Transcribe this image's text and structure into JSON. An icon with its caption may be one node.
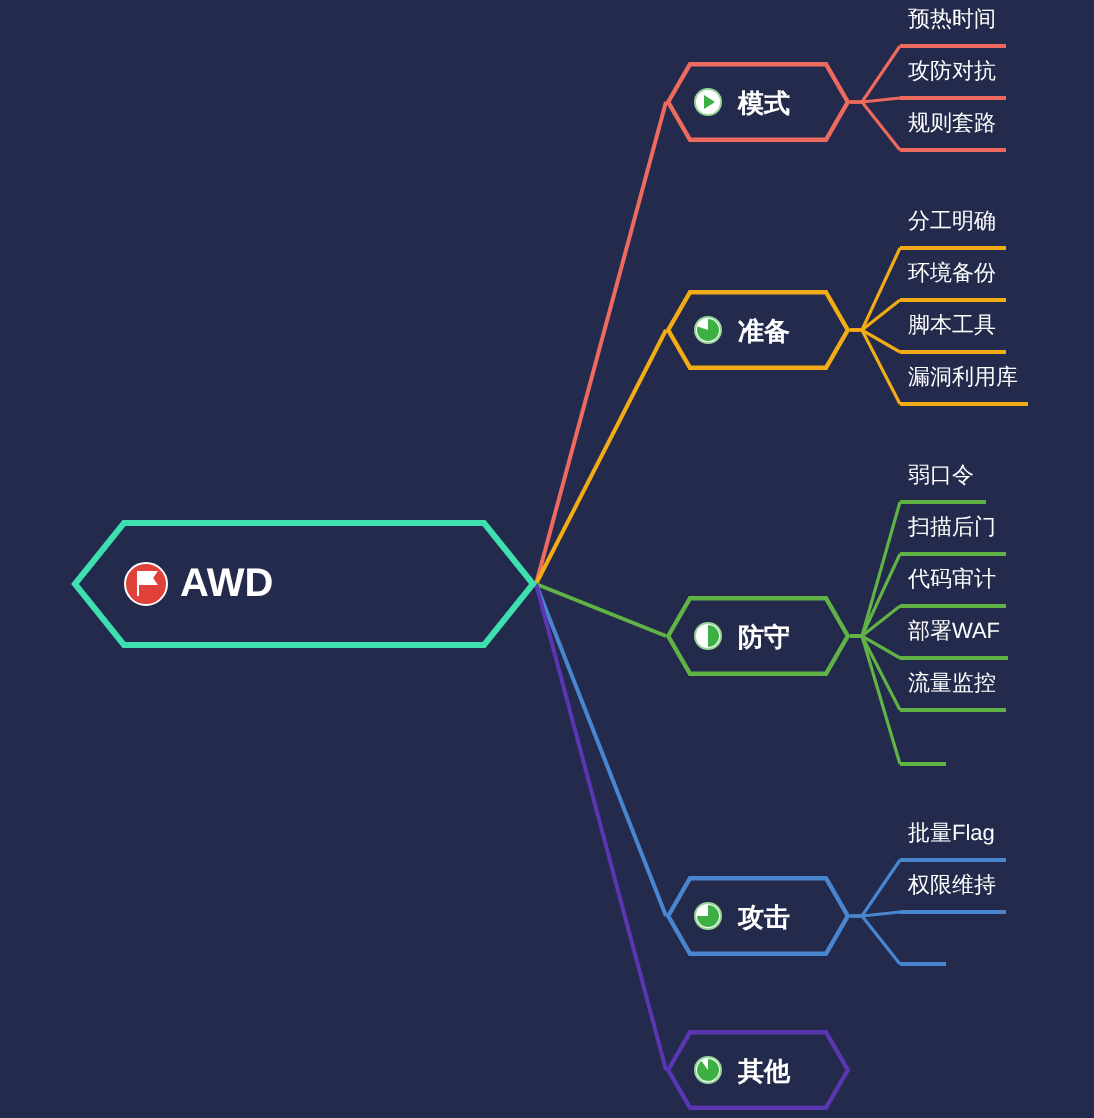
{
  "diagram": {
    "nodes": [
      {
        "text": [
          "AWD"
        ]
      },
      {
        "text": [
          "模式"
        ]
      },
      {
        "text": [
          "预热时间"
        ]
      },
      {
        "text": [
          "攻防对抗"
        ]
      },
      {
        "text": [
          "规则套路"
        ]
      },
      {
        "text": [
          "准备"
        ]
      },
      {
        "text": [
          "分工明确"
        ]
      },
      {
        "text": [
          "环境备份"
        ]
      },
      {
        "text": [
          "脚本工具"
        ]
      },
      {
        "text": [
          "漏洞利用库"
        ]
      },
      {
        "text": [
          "防守"
        ]
      },
      {
        "text": [
          "弱口令"
        ]
      },
      {
        "text": [
          "扫描后门"
        ]
      },
      {
        "text": [
          "代码审计"
        ]
      },
      {
        "text": [
          "部署WAF"
        ]
      },
      {
        "text": [
          "流量监控"
        ]
      },
      {
        "text": [],
        "shape": "bar"
      },
      {
        "text": [
          "攻击"
        ]
      },
      {
        "text": [
          "批量Flag"
        ]
      },
      {
        "text": [
          "权限维持"
        ]
      },
      {
        "text": [],
        "shape": "bar"
      },
      {
        "text": [
          "其他"
        ]
      }
    ],
    "edges": [
      {
        "from": 0,
        "to": 1,
        "arrow": "none",
        "color": "#ef6a5e"
      },
      {
        "from": 1,
        "to": 2,
        "arrow": "none",
        "color": "#ef6a5e"
      },
      {
        "from": 1,
        "to": 3,
        "arrow": "none",
        "color": "#ef6a5e"
      },
      {
        "from": 1,
        "to": 4,
        "arrow": "none",
        "color": "#ef6a5e"
      },
      {
        "from": 0,
        "to": 5,
        "arrow": "none",
        "color": "#f2ac16"
      },
      {
        "from": 5,
        "to": 6,
        "arrow": "none",
        "color": "#f2ac16"
      },
      {
        "from": 5,
        "to": 7,
        "arrow": "none",
        "color": "#f2ac16"
      },
      {
        "from": 5,
        "to": 8,
        "arrow": "none",
        "color": "#f2ac16"
      },
      {
        "from": 5,
        "to": 9,
        "arrow": "none",
        "color": "#f2ac16"
      },
      {
        "from": 0,
        "to": 10,
        "arrow": "none",
        "color": "#62b346"
      },
      {
        "from": 10,
        "to": 11,
        "arrow": "none",
        "color": "#62b346"
      },
      {
        "from": 10,
        "to": 12,
        "arrow": "none",
        "color": "#62b346"
      },
      {
        "from": 10,
        "to": 13,
        "arrow": "none",
        "color": "#62b346"
      },
      {
        "from": 10,
        "to": 14,
        "arrow": "none",
        "color": "#62b346"
      },
      {
        "from": 10,
        "to": 15,
        "arrow": "none",
        "color": "#62b346"
      },
      {
        "from": 10,
        "to": 16,
        "arrow": "none",
        "color": "#62b346"
      },
      {
        "from": 0,
        "to": 17,
        "arrow": "none",
        "color": "#4a86d0"
      },
      {
        "from": 17,
        "to": 18,
        "arrow": "none",
        "color": "#4a86d0"
      },
      {
        "from": 17,
        "to": 19,
        "arrow": "none",
        "color": "#4a86d0"
      },
      {
        "from": 17,
        "to": 20,
        "arrow": "none",
        "color": "#4a86d0"
      },
      {
        "from": 0,
        "to": 21,
        "arrow": "none",
        "color": "#5a36b0"
      }
    ]
  }
}
